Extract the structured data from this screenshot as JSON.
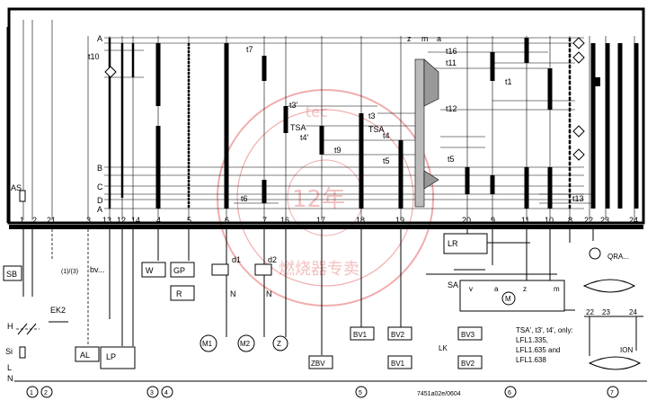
{
  "terminals": [
    "1",
    "2",
    "21",
    "3",
    "13",
    "12",
    "14",
    "4",
    "5",
    "6",
    "7",
    "16",
    "17",
    "18",
    "19",
    "20",
    "9",
    "11",
    "10",
    "8",
    "22",
    "23",
    "24"
  ],
  "row_labels": [
    "A",
    "B",
    "C",
    "D",
    "A"
  ],
  "timing_labels": {
    "t10": "t10",
    "t7": "t7",
    "t16": "t16",
    "t11": "t11",
    "t1": "t1",
    "t12": "t12",
    "t3p": "t3'",
    "t3": "t3",
    "tsa1": "TSA",
    "tsa2": "TSA",
    "t4p": "t4'",
    "t4": "t4",
    "t9": "t9",
    "t5a": "t5",
    "t5b": "t5",
    "t6": "t6",
    "t13": "t13",
    "AS": "AS"
  },
  "prog_labels": {
    "z": "z",
    "m": "m",
    "a": "a"
  },
  "components": {
    "SB": "SB",
    "H": "H",
    "Si": "Si",
    "L": "L",
    "N": "N",
    "EK2": "EK2",
    "note13": "(1)/(3)",
    "AL": "AL",
    "bv": "bv...",
    "LP": "LP",
    "W": "W",
    "GP": "GP",
    "R": "R",
    "d1": "d1",
    "d2": "d2",
    "N1": "N",
    "N2": "N",
    "M1": "M1",
    "M2": "M2",
    "Z": "Z",
    "ZBV": "ZBV",
    "BV1a": "BV1",
    "BV2a": "BV2",
    "BV1b": "BV1",
    "BV2b": "BV2",
    "BV3": "BV3",
    "LK": "LK",
    "LR": "LR",
    "SA": "SA",
    "sa_v": "v",
    "sa_a": "a",
    "sa_z": "z",
    "sa_m": "m",
    "M": "M",
    "QRA": "QRA...",
    "t22": "22",
    "t23": "23",
    "t24": "24",
    "ION": "ION"
  },
  "notes": {
    "l1": "TSA', t3', t4', only:",
    "l2": "LFL1.335,",
    "l3": "LFL1.635 and",
    "l4": "LFL1.638"
  },
  "footnotes": [
    "1",
    "2",
    "3",
    "4",
    "5",
    "6",
    "7"
  ],
  "drawing_number": "7451a02e/0604",
  "watermark": {
    "center": "12年",
    "top": "tec",
    "t2": "燃烧器专卖",
    "bottom": "燃烧器专卖"
  }
}
